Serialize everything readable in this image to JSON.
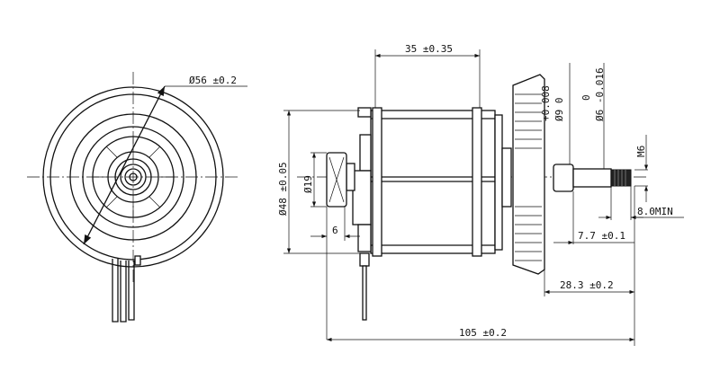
{
  "dimensions": {
    "outer_diameter": "Ø56 ±0.2",
    "stator_length": "35 ±0.35",
    "stator_diameter": "Ø48 ±0.05",
    "pulley_diameter": "Ø19",
    "pulley_offset": "6",
    "shoulder_tol_upper": "+0.008",
    "shoulder_diameter": "Ø9  0",
    "shaft_tol_upper": "0",
    "shaft_diameter": "Ø6 -0.016",
    "thread": "M6",
    "thread_length": "8.0MIN",
    "shoulder_length": "7.7 ±0.1",
    "shaft_extension": "28.3 ±0.2",
    "overall_length": "105 ±0.2"
  }
}
